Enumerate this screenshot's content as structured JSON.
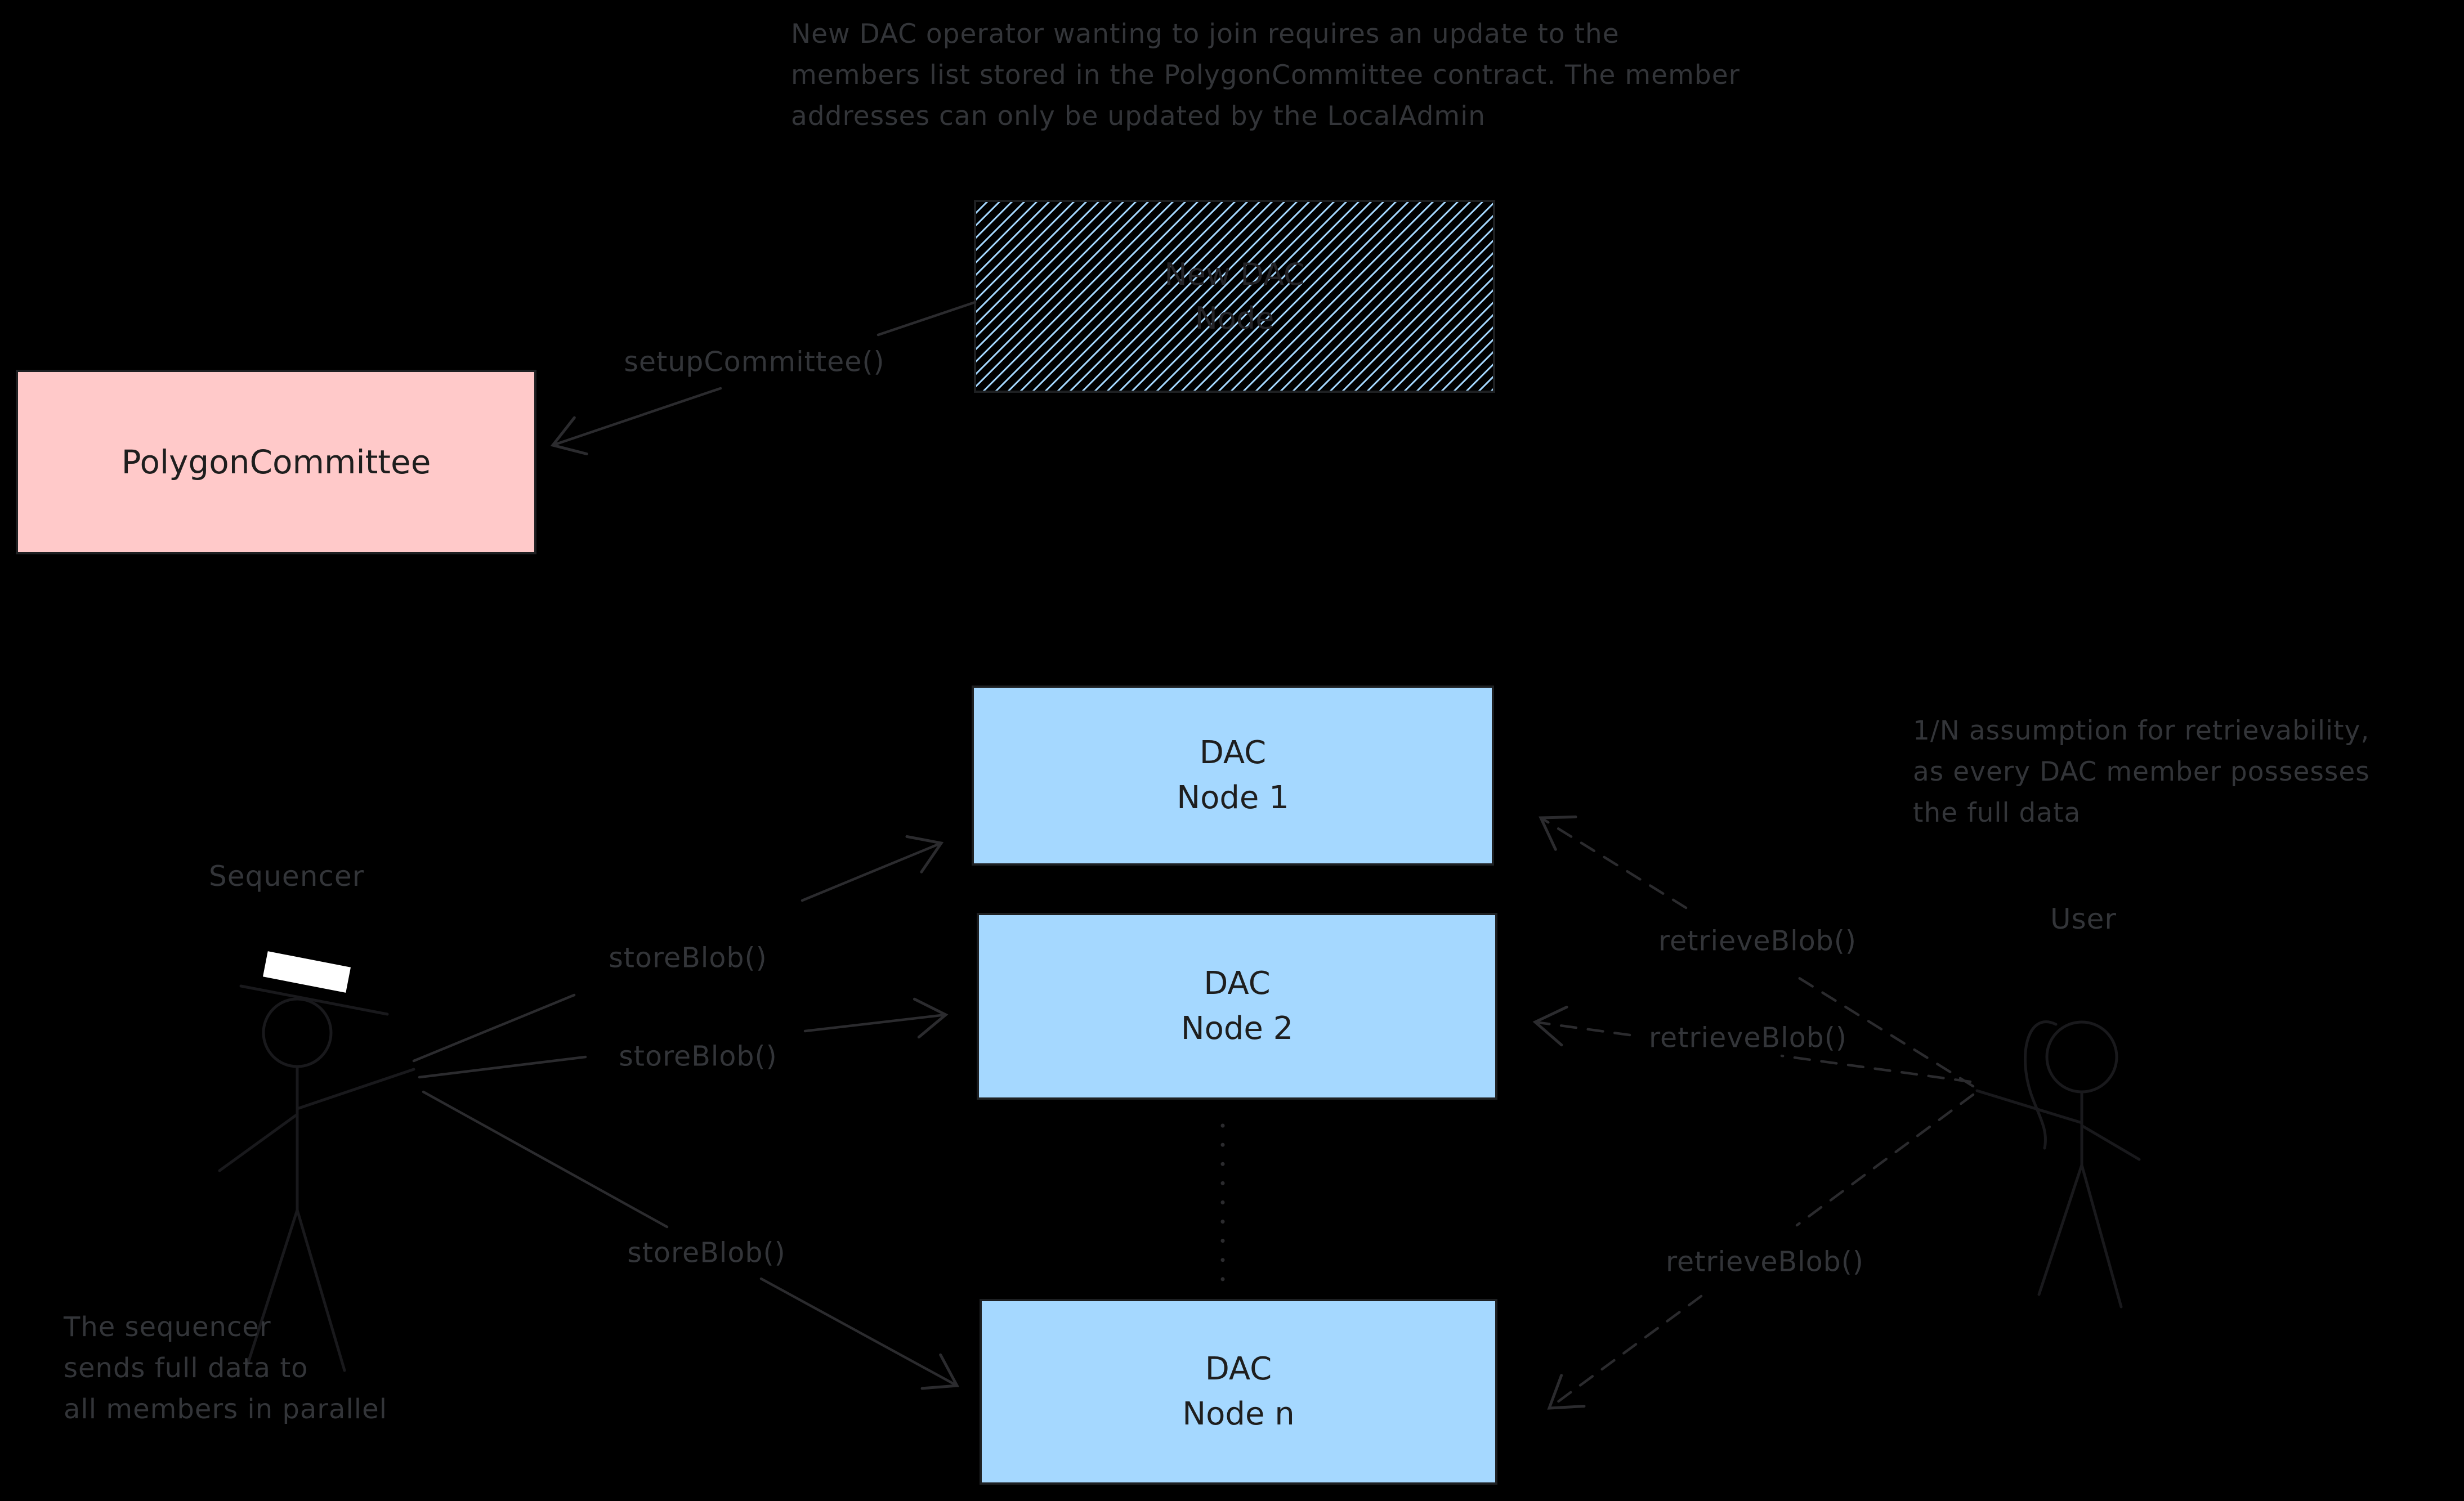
{
  "colors": {
    "background": "#000000",
    "box_blue": "#a5d8ff",
    "box_pink": "#ffc9c9",
    "hatch_blue": "#a5d8ff",
    "ink_dark": "#1e1e1e",
    "ink_border": "#1e2022",
    "ink_faint": "#19191c",
    "ink_hatch_label": "#232327",
    "note_gray": "#333539",
    "line_gray": "#2b2b2e",
    "hat_white": "#ffffff"
  },
  "notes": {
    "top": {
      "lines": [
        "New DAC operator wanting to join requires an update to the",
        "members list stored in the PolygonCommittee contract. The member",
        "addresses can only be updated by the LocalAdmin"
      ]
    },
    "retrievability": {
      "lines": [
        "1/N assumption for retrievability,",
        "as every DAC member possesses",
        "the full data"
      ]
    },
    "parallel": {
      "lines": [
        "The sequencer",
        "sends full data to",
        "all members in parallel"
      ]
    }
  },
  "shapes": {
    "new_dac_node": {
      "lines": [
        "New DAC",
        "Node"
      ]
    },
    "polygon_committee": {
      "label": "PolygonCommittee"
    },
    "dac_node_1": {
      "lines": [
        "DAC",
        "Node 1"
      ]
    },
    "dac_node_2": {
      "lines": [
        "DAC",
        "Node 2"
      ]
    },
    "dac_node_n": {
      "lines": [
        "DAC",
        "Node n"
      ]
    }
  },
  "actors": {
    "sequencer": {
      "label": "Sequencer"
    },
    "user": {
      "label": "User"
    }
  },
  "edges": {
    "setup_committee": {
      "label": "setupCommittee()"
    },
    "store_blob_1": {
      "label": "storeBlob()"
    },
    "store_blob_2": {
      "label": "storeBlob()"
    },
    "store_blob_n": {
      "label": "storeBlob()"
    },
    "retrieve_blob_1": {
      "label": "retrieveBlob()"
    },
    "retrieve_blob_2": {
      "label": "retrieveBlob()"
    },
    "retrieve_blob_n": {
      "label": "retrieveBlob()"
    }
  }
}
